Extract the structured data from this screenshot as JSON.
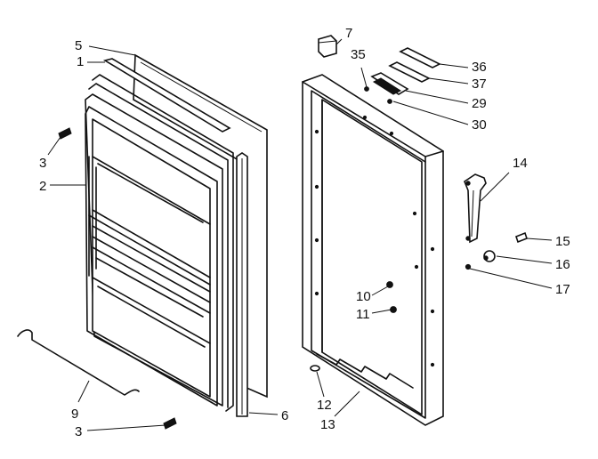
{
  "callouts": [
    {
      "key": "c5",
      "text": "5"
    },
    {
      "key": "c1",
      "text": "1"
    },
    {
      "key": "c3a",
      "text": "3"
    },
    {
      "key": "c2",
      "text": "2"
    },
    {
      "key": "c9",
      "text": "9"
    },
    {
      "key": "c3b",
      "text": "3"
    },
    {
      "key": "c6",
      "text": "6"
    },
    {
      "key": "c7",
      "text": "7"
    },
    {
      "key": "c35",
      "text": "35"
    },
    {
      "key": "c36",
      "text": "36"
    },
    {
      "key": "c37",
      "text": "37"
    },
    {
      "key": "c29",
      "text": "29"
    },
    {
      "key": "c30",
      "text": "30"
    },
    {
      "key": "c14",
      "text": "14"
    },
    {
      "key": "c15",
      "text": "15"
    },
    {
      "key": "c16",
      "text": "16"
    },
    {
      "key": "c17",
      "text": "17"
    },
    {
      "key": "c10",
      "text": "10"
    },
    {
      "key": "c11",
      "text": "11"
    },
    {
      "key": "c12",
      "text": "12"
    },
    {
      "key": "c13",
      "text": "13"
    }
  ]
}
